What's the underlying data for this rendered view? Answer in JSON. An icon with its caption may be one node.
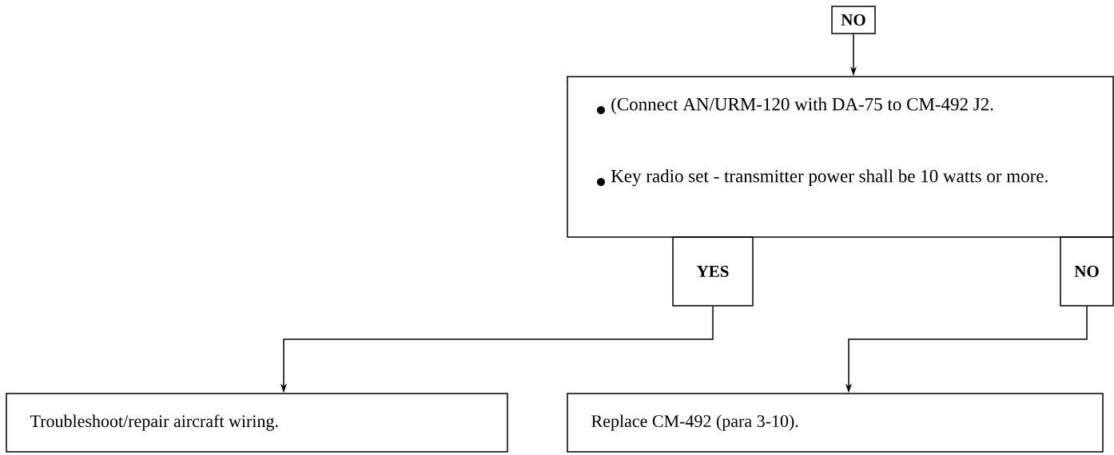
{
  "diagram": {
    "nodes": [
      {
        "text": [
          "NO"
        ]
      },
      {
        "text": [
          "(Connect AN/URM-120 with DA-75 to CM-492 J2.",
          "Key radio set - transmitter power shall be 10 watts or more."
        ]
      },
      {
        "text": [
          "YES"
        ]
      },
      {
        "text": [
          "NO"
        ]
      },
      {
        "text": [
          "Troubleshoot/repair aircraft wiring."
        ]
      },
      {
        "text": [
          "Replace CM-492 (para 3-10)."
        ]
      }
    ],
    "edges": [
      {
        "from": 0,
        "to": 1,
        "arrow": "to"
      },
      {
        "from": 2,
        "to": 4,
        "arrow": "to"
      },
      {
        "from": 3,
        "to": 5,
        "arrow": "to"
      }
    ]
  }
}
